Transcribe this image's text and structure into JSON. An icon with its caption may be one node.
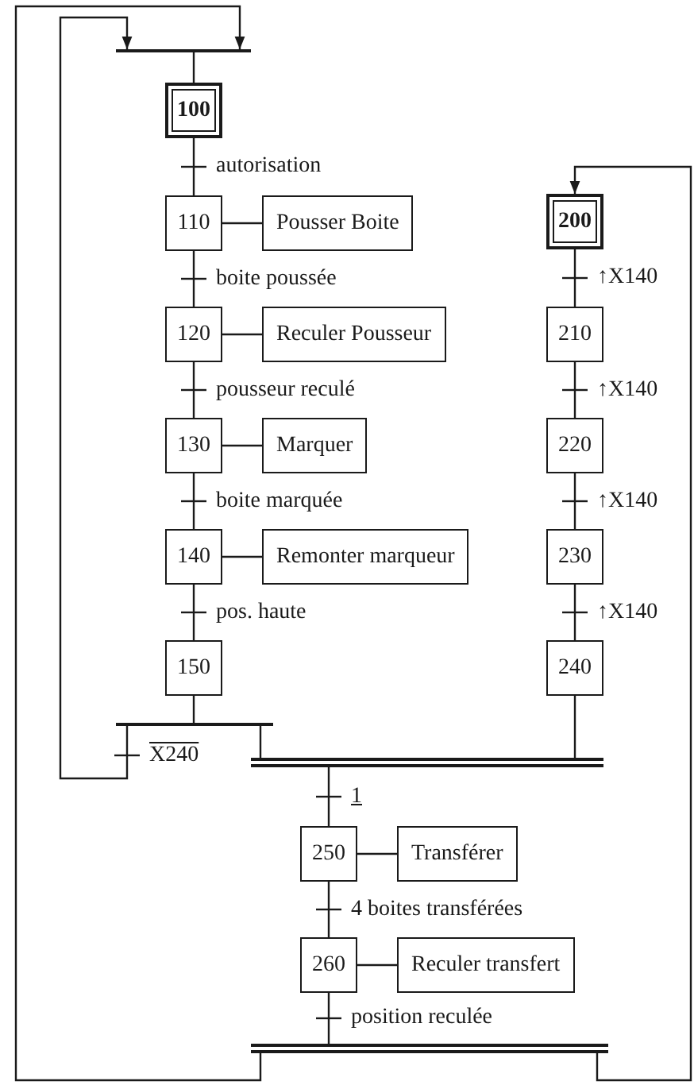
{
  "diagram": {
    "nodes": [
      {
        "text": [],
        "shape": "bar"
      },
      {
        "text": [
          "100"
        ]
      },
      {
        "text": [
          "110"
        ]
      },
      {
        "text": [
          "Pousser Boite"
        ]
      },
      {
        "text": [
          "120"
        ]
      },
      {
        "text": [
          "Reculer Pousseur"
        ]
      },
      {
        "text": [
          "130"
        ]
      },
      {
        "text": [
          "Marquer"
        ]
      },
      {
        "text": [
          "140"
        ]
      },
      {
        "text": [
          "Remonter marqueur"
        ]
      },
      {
        "text": [
          "150"
        ]
      },
      {
        "text": [
          "200"
        ]
      },
      {
        "text": [
          "210"
        ]
      },
      {
        "text": [
          "220"
        ]
      },
      {
        "text": [
          "230"
        ]
      },
      {
        "text": [
          "240"
        ]
      },
      {
        "text": [],
        "shape": "bar"
      },
      {
        "text": [],
        "shape": "bar"
      },
      {
        "text": [
          "250"
        ]
      },
      {
        "text": [
          "Transférer"
        ]
      },
      {
        "text": [
          "260"
        ]
      },
      {
        "text": [
          "Reculer transfert"
        ]
      },
      {
        "text": [],
        "shape": "bar"
      }
    ],
    "edges": [
      {
        "from": 0,
        "to": 1,
        "arrow": "none"
      },
      {
        "from": 1,
        "to": 2,
        "arrow": "none",
        "label": "autorisation"
      },
      {
        "from": 2,
        "to": 3,
        "arrow": "none"
      },
      {
        "from": 2,
        "to": 4,
        "arrow": "none",
        "label": "boite poussée"
      },
      {
        "from": 4,
        "to": 5,
        "arrow": "none"
      },
      {
        "from": 4,
        "to": 6,
        "arrow": "none",
        "label": "pousseur reculé"
      },
      {
        "from": 6,
        "to": 7,
        "arrow": "none"
      },
      {
        "from": 6,
        "to": 8,
        "arrow": "none",
        "label": "boite marquée"
      },
      {
        "from": 8,
        "to": 9,
        "arrow": "none"
      },
      {
        "from": 8,
        "to": 10,
        "arrow": "none",
        "label": "pos. haute"
      },
      {
        "from": 10,
        "to": 16,
        "arrow": "none"
      },
      {
        "from": 16,
        "to": 0,
        "arrow": "to",
        "label": "X240"
      },
      {
        "from": 16,
        "to": 17,
        "arrow": "none"
      },
      {
        "from": 11,
        "to": 12,
        "arrow": "none",
        "label": "↑X140"
      },
      {
        "from": 12,
        "to": 13,
        "arrow": "none",
        "label": "↑X140"
      },
      {
        "from": 13,
        "to": 14,
        "arrow": "none",
        "label": "↑X140"
      },
      {
        "from": 14,
        "to": 15,
        "arrow": "none",
        "label": "↑X140"
      },
      {
        "from": 15,
        "to": 17,
        "arrow": "none"
      },
      {
        "from": 17,
        "to": 18,
        "arrow": "none",
        "label": "1"
      },
      {
        "from": 18,
        "to": 19,
        "arrow": "none"
      },
      {
        "from": 18,
        "to": 20,
        "arrow": "none",
        "label": "4 boites transférées"
      },
      {
        "from": 20,
        "to": 21,
        "arrow": "none"
      },
      {
        "from": 20,
        "to": 22,
        "arrow": "none",
        "label": "position reculée"
      },
      {
        "from": 22,
        "to": 0,
        "arrow": "to"
      },
      {
        "from": 22,
        "to": 11,
        "arrow": "to"
      }
    ]
  }
}
